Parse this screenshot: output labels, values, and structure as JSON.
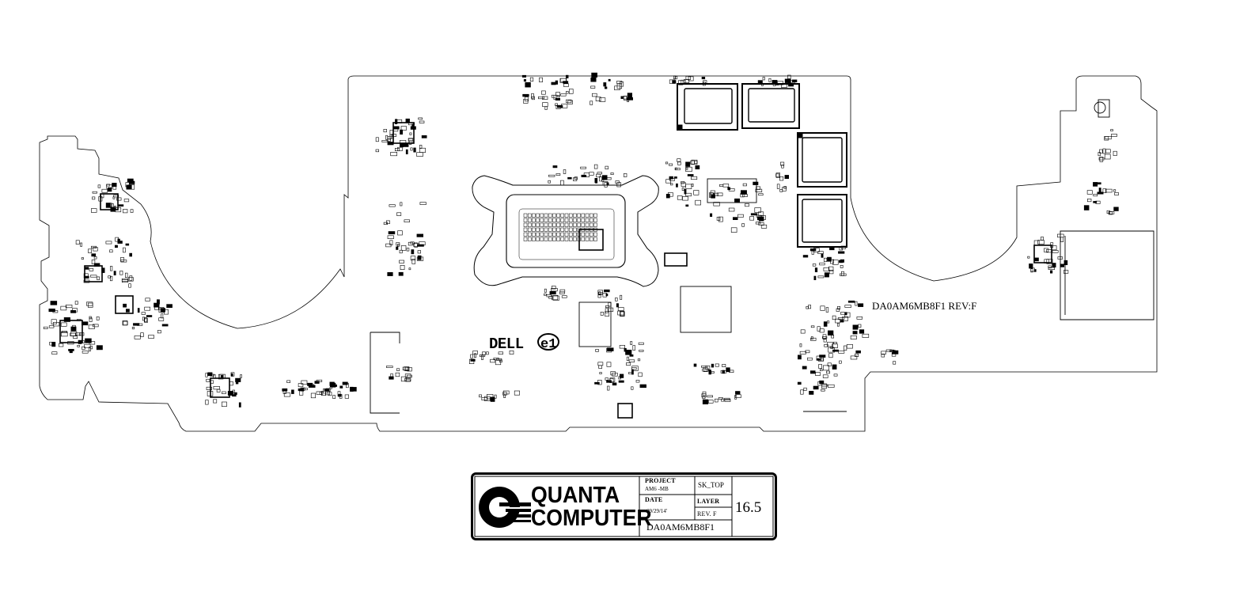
{
  "board": {
    "part_label": "DA0AM6MB8F1 REV:F",
    "brand_text": "DELL",
    "model_badge": "e1"
  },
  "title_block": {
    "company_line1": "QUANTA",
    "company_line2": "COMPUTER",
    "project_label": "PROJECT",
    "project_value": "AM6 -MB",
    "sheet_value": "SK_TOP",
    "date_label": "DATE",
    "date_value": "09/29/14'",
    "layer_label": "LAYER",
    "rev_label": "REV. F",
    "part_number": "DA0AM6MB8F1",
    "version": "16.5"
  },
  "colors": {
    "ink": "#000000",
    "paper": "#ffffff"
  }
}
